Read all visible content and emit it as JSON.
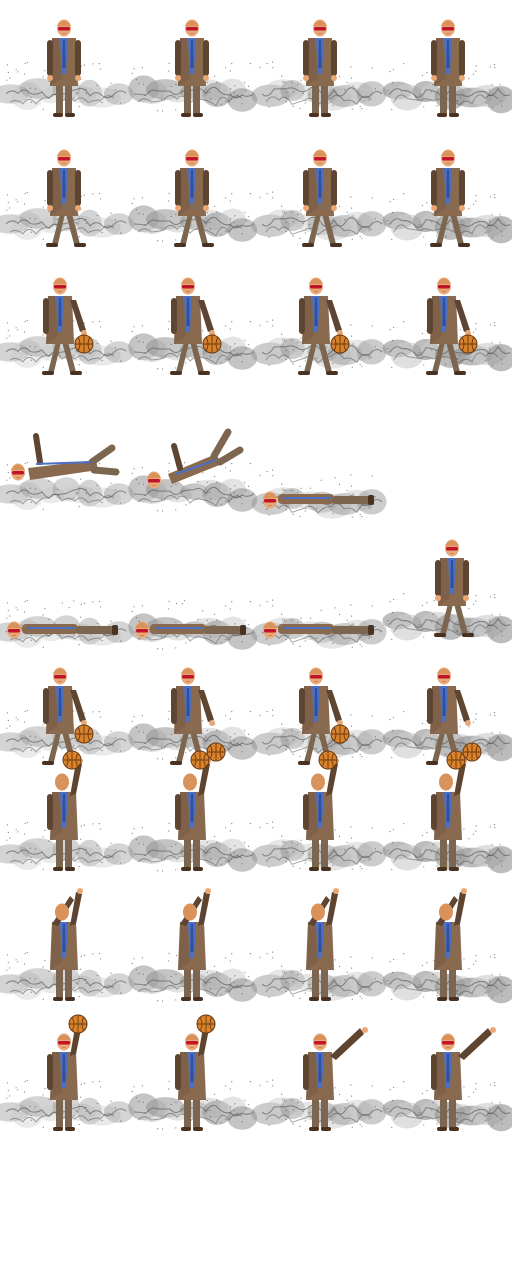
{
  "sheet": {
    "background": "#ffffff",
    "columns": 4,
    "palette": {
      "skin": "#e9a877",
      "skin_shade": "#c9825a",
      "hair": "#d9925a",
      "jacket": "#8a6a4f",
      "jacket_dark": "#5e4532",
      "pants": "#7d6650",
      "shirt": "#4a6fc4",
      "tie": "#2e4f9e",
      "shoes": "#4a3221",
      "glasses": "#c0142a",
      "ball": "#d9822b",
      "ball_line": "#6b3a12",
      "smoke_light": "#c9c9c9",
      "smoke_dark": "#8e8e8e",
      "smoke_line": "#4d4d4d"
    },
    "rows": [
      {
        "name": "idle",
        "frames": [
          {
            "pose": "stand",
            "smoke": 1
          },
          {
            "pose": "stand",
            "smoke": 2
          },
          {
            "pose": "stand",
            "smoke": 3
          },
          {
            "pose": "stand",
            "smoke": 4
          }
        ]
      },
      {
        "name": "walk",
        "frames": [
          {
            "pose": "walk",
            "smoke": 1
          },
          {
            "pose": "walk",
            "smoke": 2
          },
          {
            "pose": "walk",
            "smoke": 3
          },
          {
            "pose": "walk2",
            "smoke": 4
          }
        ]
      },
      {
        "name": "dribble",
        "frames": [
          {
            "pose": "dribble",
            "ball": "mid",
            "smoke": 1
          },
          {
            "pose": "dribble",
            "ball": "mid",
            "smoke": 2
          },
          {
            "pose": "dribble",
            "ball": "mid",
            "smoke": 3
          },
          {
            "pose": "dribble",
            "ball": "mid",
            "smoke": 4
          }
        ]
      },
      {
        "name": "fall",
        "frames": [
          {
            "pose": "fall1",
            "smoke": 1
          },
          {
            "pose": "fall2",
            "smoke": 2
          },
          {
            "pose": "lie",
            "smoke": 3
          }
        ]
      },
      {
        "name": "get-up",
        "frames": [
          {
            "pose": "lie",
            "smoke": 1
          },
          {
            "pose": "lie",
            "smoke": 2
          },
          {
            "pose": "lie",
            "smoke": 3
          },
          {
            "pose": "rise",
            "smoke": 4
          }
        ]
      },
      {
        "name": "dribble-low",
        "frames": [
          {
            "pose": "dribble",
            "ball": "mid",
            "smoke": 1
          },
          {
            "pose": "dribble",
            "ball": "low",
            "smoke": 2
          },
          {
            "pose": "dribble",
            "ball": "mid",
            "smoke": 3
          },
          {
            "pose": "dribble",
            "ball": "low",
            "smoke": 4
          }
        ]
      },
      {
        "name": "shoot-back",
        "frames": [
          {
            "pose": "back-ball",
            "smoke": 1
          },
          {
            "pose": "back-ball",
            "smoke": 2
          },
          {
            "pose": "back-ball",
            "smoke": 3
          },
          {
            "pose": "back-ball",
            "smoke": 4
          }
        ]
      },
      {
        "name": "release-back",
        "frames": [
          {
            "pose": "back-release",
            "smoke": 1
          },
          {
            "pose": "back-release",
            "smoke": 2
          },
          {
            "pose": "back-release",
            "smoke": 3
          },
          {
            "pose": "back-release",
            "smoke": 4
          }
        ]
      },
      {
        "name": "shoot-front",
        "frames": [
          {
            "pose": "front-ball",
            "smoke": 1
          },
          {
            "pose": "front-ball",
            "smoke": 2
          },
          {
            "pose": "front-release",
            "smoke": 3
          },
          {
            "pose": "front-release",
            "smoke": 4
          }
        ]
      }
    ]
  }
}
